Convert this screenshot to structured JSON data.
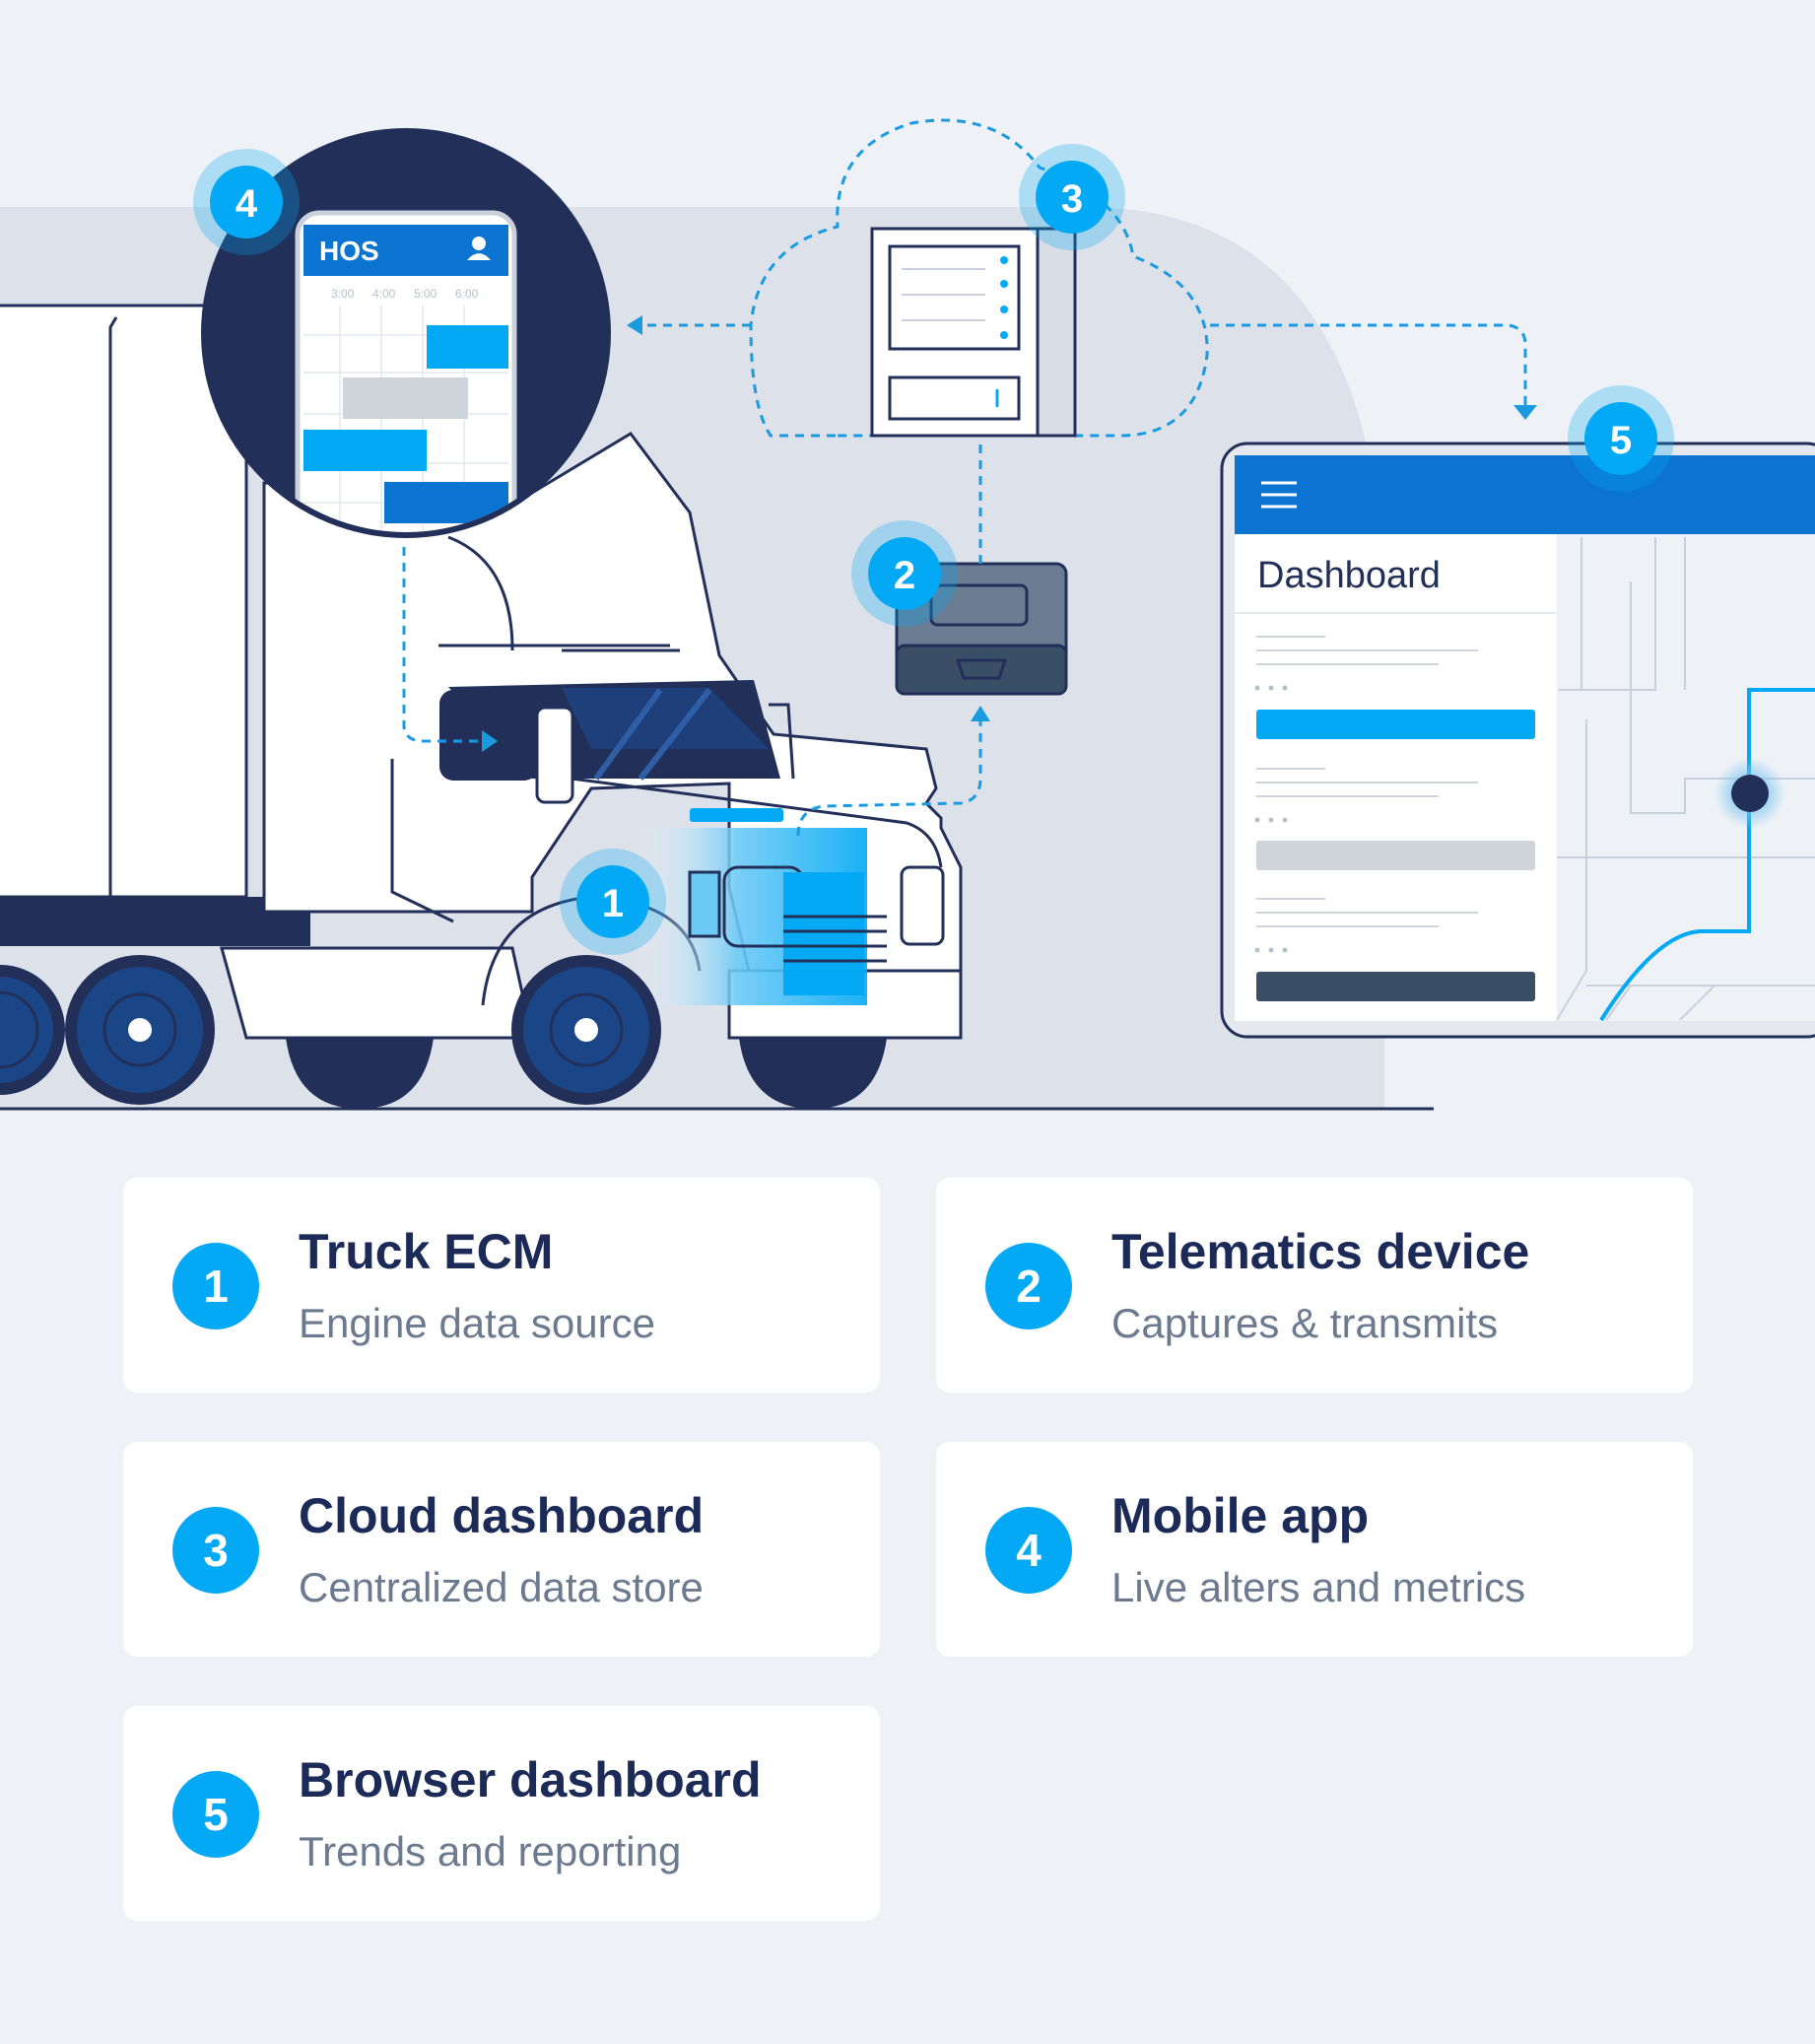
{
  "phone": {
    "title": "HOS",
    "times": [
      "3:00",
      "4:00",
      "5:00",
      "6:00"
    ]
  },
  "browser": {
    "title": "Dashboard"
  },
  "markers": [
    "1",
    "2",
    "3",
    "4",
    "5"
  ],
  "cards": [
    {
      "num": "1",
      "title": "Truck ECM",
      "subtitle": "Engine data source"
    },
    {
      "num": "2",
      "title": "Telematics device",
      "subtitle": "Captures & transmits"
    },
    {
      "num": "3",
      "title": "Cloud dashboard",
      "subtitle": "Centralized data store"
    },
    {
      "num": "4",
      "title": "Mobile app",
      "subtitle": "Live alters and metrics"
    },
    {
      "num": "5",
      "title": "Browser dashboard",
      "subtitle": "Trends and reporting"
    }
  ],
  "colors": {
    "navy": "#223059",
    "accent": "#03a9f4",
    "blue": "#0a74d0",
    "background": "#eef1f6"
  }
}
